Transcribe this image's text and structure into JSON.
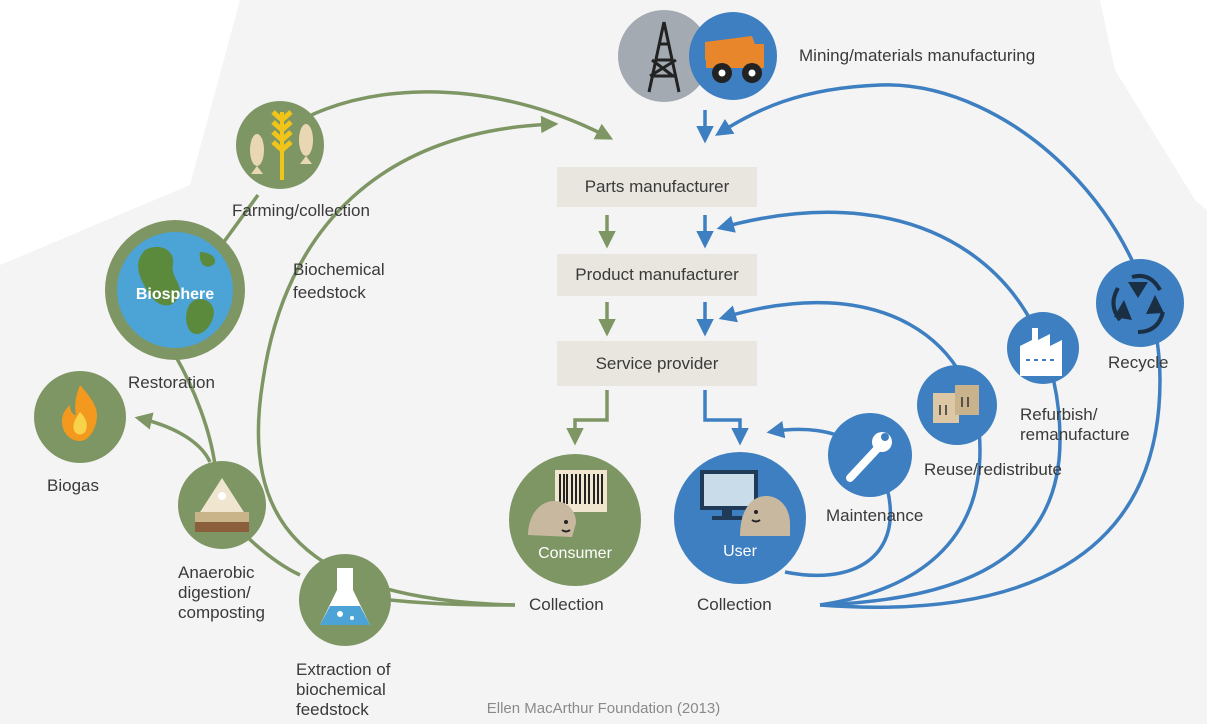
{
  "nodes": {
    "mining": "Mining/materials manufacturing",
    "parts": "Parts manufacturer",
    "product": "Product manufacturer",
    "service": "Service provider",
    "farming": "Farming/collection",
    "biochemical_feedstock": [
      "Biochemical",
      "feedstock"
    ],
    "biosphere": "Biosphere",
    "restoration": "Restoration",
    "biogas": "Biogas",
    "anaerobic": [
      "Anaerobic",
      "digestion/",
      "composting"
    ],
    "extraction": [
      "Extraction of",
      "biochemical",
      "feedstock"
    ],
    "consumer": "Consumer",
    "consumer_collection": "Collection",
    "user": "User",
    "user_collection": "Collection",
    "maintenance": "Maintenance",
    "reuse": "Reuse/redistribute",
    "refurbish": [
      "Refurbish/",
      "remanufacture"
    ],
    "recycle": "Recycle"
  },
  "credit": "Ellen MacArthur Foundation (2013)",
  "colors": {
    "green": "#7e9664",
    "blue": "#3d7fc1",
    "light_blue": "#4ba3d6",
    "box": "#e9e6df",
    "gray_bg": "#f2f2f2"
  },
  "icons": [
    "oil-rig-icon",
    "dump-truck-icon",
    "wheat-fish-icon",
    "globe-icon",
    "flame-icon",
    "soil-layers-icon",
    "flask-icon",
    "barcode-icon",
    "computer-icon",
    "wrench-icon",
    "boxes-icon",
    "factory-icon",
    "recycle-icon"
  ]
}
